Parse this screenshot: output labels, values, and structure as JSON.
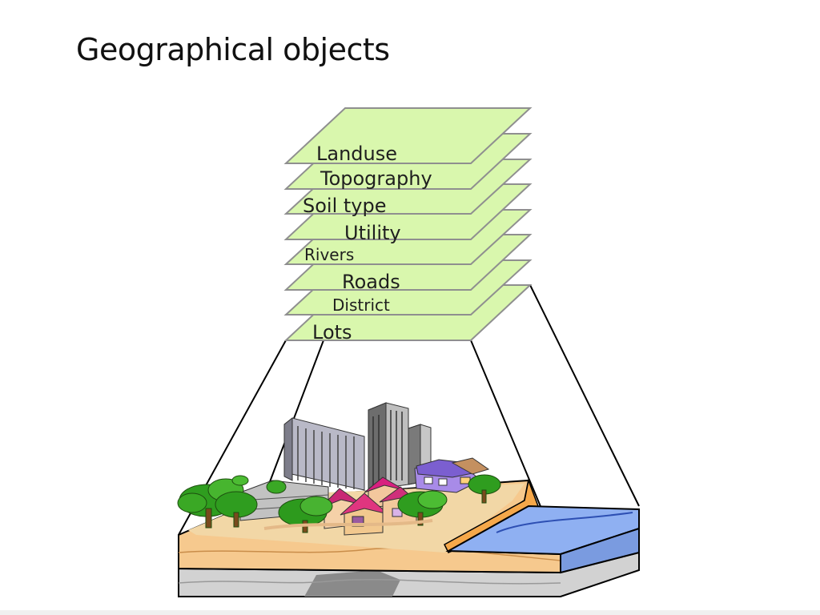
{
  "slide": {
    "title": "Geographical objects"
  },
  "layers": [
    {
      "label": "Landuse"
    },
    {
      "label": "Topography"
    },
    {
      "label": "Soil type"
    },
    {
      "label": "Utility"
    },
    {
      "label": "Rivers"
    },
    {
      "label": "Roads"
    },
    {
      "label": "District"
    },
    {
      "label": "Lots"
    }
  ],
  "colors": {
    "layer_fill": "#d9f7ad",
    "layer_stroke": "#8f8f8f",
    "water": "#8fb0f2",
    "ground": "#f6c98e",
    "bedrock": "#cfcfcf"
  }
}
